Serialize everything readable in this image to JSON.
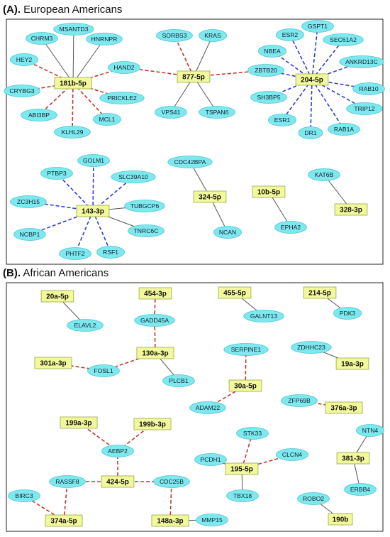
{
  "panels": [
    {
      "id": "A",
      "label": "(A).",
      "title": "European Americans"
    },
    {
      "id": "B",
      "label": "(B).",
      "title": "African Americans"
    }
  ],
  "colors": {
    "gene_fill": "#7de8ee",
    "gene_stroke": "#4fc7d2",
    "mirna_fill": "#f2f99a",
    "mirna_stroke": "#9aa84a",
    "solid_edge": "#555555",
    "red_dashed_edge": "#c0392b",
    "blue_dashed_edge": "#2c3fd0"
  },
  "mirnas": {
    "m181b": "181b-5p",
    "m877": "877-5p",
    "m204": "204-5p",
    "m143": "143-3p",
    "m324": "324-5p",
    "m10b": "10b-5p",
    "m328": "328-3p",
    "m20a": "20a-5p",
    "m454": "454-3p",
    "m455": "455-5p",
    "m214": "214-5p",
    "m130a": "130a-3p",
    "m301a": "301a-3p",
    "m19a": "19a-3p",
    "m30a": "30a-5p",
    "m376a": "376a-3p",
    "m199a": "199a-3p",
    "m199b": "199b-3p",
    "m424": "424-5p",
    "m195": "195-5p",
    "m381": "381-3p",
    "m374a": "374a-5p",
    "m148a": "148a-3p",
    "m190b": "190b"
  },
  "genes": {
    "CHRM3": "CHRM3",
    "MSANTD3": "MSANTD3",
    "HNRNPR": "HNRNPR",
    "HEY2": "HEY2",
    "CRYBG3": "CRYBG3",
    "ABI3BP": "ABI3BP",
    "KLHL29": "KLHL29",
    "MCL1": "MCL1",
    "PRICKLE2": "PRICKLE2",
    "HAND2": "HAND2",
    "SORBS3": "SORBS3",
    "KRAS": "KRAS",
    "VPS41": "VPS41",
    "TSPAN6": "TSPAN6",
    "ESR2": "ESR2",
    "GSPT1": "GSPT1",
    "SEC61A2": "SEC61A2",
    "NBEA": "NBEA",
    "ANKRD13C": "ANKRD13C",
    "ZBTB20": "ZBTB20",
    "RAB10": "RAB10",
    "SH3BP5": "SH3BP5",
    "TRIP12": "TRIP12",
    "ESR1": "ESR1",
    "RAB1A": "RAB1A",
    "DR1": "DR1",
    "GOLM1": "GOLM1",
    "PTBP3": "PTBP3",
    "SLC39A10": "SLC39A10",
    "ZC3H15": "ZC3H15",
    "TUBGCP6": "TUBGCP6",
    "NCBP1": "NCBP1",
    "TNRC6C": "TNRC6C",
    "PHTF2": "PHTF2",
    "RSF1": "RSF1",
    "CDC42BPA": "CDC42BPA",
    "NCAN": "NCAN",
    "EPHA2": "EPHA2",
    "KAT6B": "KAT6B",
    "ELAVL2": "ELAVL2",
    "GADD45A": "GADD45A",
    "GALNT13": "GALNT13",
    "PDK3": "PDK3",
    "FOSL1": "FOSL1",
    "PLCB1": "PLCB1",
    "SERPINE1": "SERPINE1",
    "ZDHHC23": "ZDHHC23",
    "ADAM22": "ADAM22",
    "ZFP69B": "ZFP69B",
    "AEBP2": "AEBP2",
    "STK33": "STK33",
    "NTN4": "NTN4",
    "PCDH1": "PCDH1",
    "CLCN4": "CLCN4",
    "RASSF8": "RASSF8",
    "CDC25B": "CDC25B",
    "TBX18": "TBX18",
    "ERBB4": "ERBB4",
    "BIRC3": "BIRC3",
    "ROBO2": "ROBO2",
    "MMP15": "MMP15"
  },
  "edges": [
    [
      "m181b",
      "CHRM3",
      "solid"
    ],
    [
      "m181b",
      "MSANTD3",
      "solid"
    ],
    [
      "m181b",
      "HNRNPR",
      "solid"
    ],
    [
      "m181b",
      "HEY2",
      "red"
    ],
    [
      "m181b",
      "CRYBG3",
      "red"
    ],
    [
      "m181b",
      "ABI3BP",
      "red"
    ],
    [
      "m181b",
      "KLHL29",
      "red"
    ],
    [
      "m181b",
      "MCL1",
      "red"
    ],
    [
      "m181b",
      "PRICKLE2",
      "red"
    ],
    [
      "m181b",
      "HAND2",
      "red"
    ],
    [
      "m877",
      "HAND2",
      "red"
    ],
    [
      "m877",
      "SORBS3",
      "red"
    ],
    [
      "m877",
      "KRAS",
      "solid"
    ],
    [
      "m877",
      "VPS41",
      "solid"
    ],
    [
      "m877",
      "TSPAN6",
      "solid"
    ],
    [
      "m877",
      "ZBTB20",
      "red"
    ],
    [
      "m204",
      "ESR2",
      "blue"
    ],
    [
      "m204",
      "GSPT1",
      "blue"
    ],
    [
      "m204",
      "SEC61A2",
      "blue"
    ],
    [
      "m204",
      "NBEA",
      "blue"
    ],
    [
      "m204",
      "ANKRD13C",
      "blue"
    ],
    [
      "m204",
      "ZBTB20",
      "blue"
    ],
    [
      "m204",
      "RAB10",
      "blue"
    ],
    [
      "m204",
      "SH3BP5",
      "blue"
    ],
    [
      "m204",
      "TRIP12",
      "blue"
    ],
    [
      "m204",
      "ESR1",
      "blue"
    ],
    [
      "m204",
      "RAB1A",
      "blue"
    ],
    [
      "m204",
      "DR1",
      "blue"
    ],
    [
      "m143",
      "GOLM1",
      "blue"
    ],
    [
      "m143",
      "PTBP3",
      "blue"
    ],
    [
      "m143",
      "SLC39A10",
      "blue"
    ],
    [
      "m143",
      "ZC3H15",
      "blue"
    ],
    [
      "m143",
      "TUBGCP6",
      "solid"
    ],
    [
      "m143",
      "NCBP1",
      "blue"
    ],
    [
      "m143",
      "TNRC6C",
      "solid"
    ],
    [
      "m143",
      "PHTF2",
      "blue"
    ],
    [
      "m143",
      "RSF1",
      "blue"
    ],
    [
      "m324",
      "CDC42BPA",
      "solid"
    ],
    [
      "m324",
      "NCAN",
      "solid"
    ],
    [
      "m10b",
      "EPHA2",
      "solid"
    ],
    [
      "m328",
      "KAT6B",
      "solid"
    ],
    [
      "m20a",
      "ELAVL2",
      "solid"
    ],
    [
      "m454",
      "GADD45A",
      "red"
    ],
    [
      "m130a",
      "GADD45A",
      "red"
    ],
    [
      "m455",
      "GALNT13",
      "solid"
    ],
    [
      "m214",
      "PDK3",
      "solid"
    ],
    [
      "m130a",
      "FOSL1",
      "red"
    ],
    [
      "m301a",
      "FOSL1",
      "red"
    ],
    [
      "m130a",
      "PLCB1",
      "solid"
    ],
    [
      "m30a",
      "SERPINE1",
      "red"
    ],
    [
      "m30a",
      "ADAM22",
      "red"
    ],
    [
      "m19a",
      "ZDHHC23",
      "solid"
    ],
    [
      "m376a",
      "ZFP69B",
      "red"
    ],
    [
      "m199a",
      "AEBP2",
      "red"
    ],
    [
      "m199b",
      "AEBP2",
      "red"
    ],
    [
      "m424",
      "AEBP2",
      "red"
    ],
    [
      "m424",
      "RASSF8",
      "red"
    ],
    [
      "m424",
      "CDC25B",
      "red"
    ],
    [
      "m148a",
      "CDC25B",
      "red"
    ],
    [
      "m148a",
      "MMP15",
      "solid"
    ],
    [
      "m374a",
      "RASSF8",
      "red"
    ],
    [
      "m374a",
      "BIRC3",
      "red"
    ],
    [
      "m195",
      "STK33",
      "red"
    ],
    [
      "m195",
      "PCDH1",
      "solid"
    ],
    [
      "m195",
      "CLCN4",
      "red"
    ],
    [
      "m195",
      "TBX18",
      "solid"
    ],
    [
      "m381",
      "NTN4",
      "solid"
    ],
    [
      "m381",
      "ERBB4",
      "solid"
    ],
    [
      "m190b",
      "ROBO2",
      "solid"
    ]
  ]
}
